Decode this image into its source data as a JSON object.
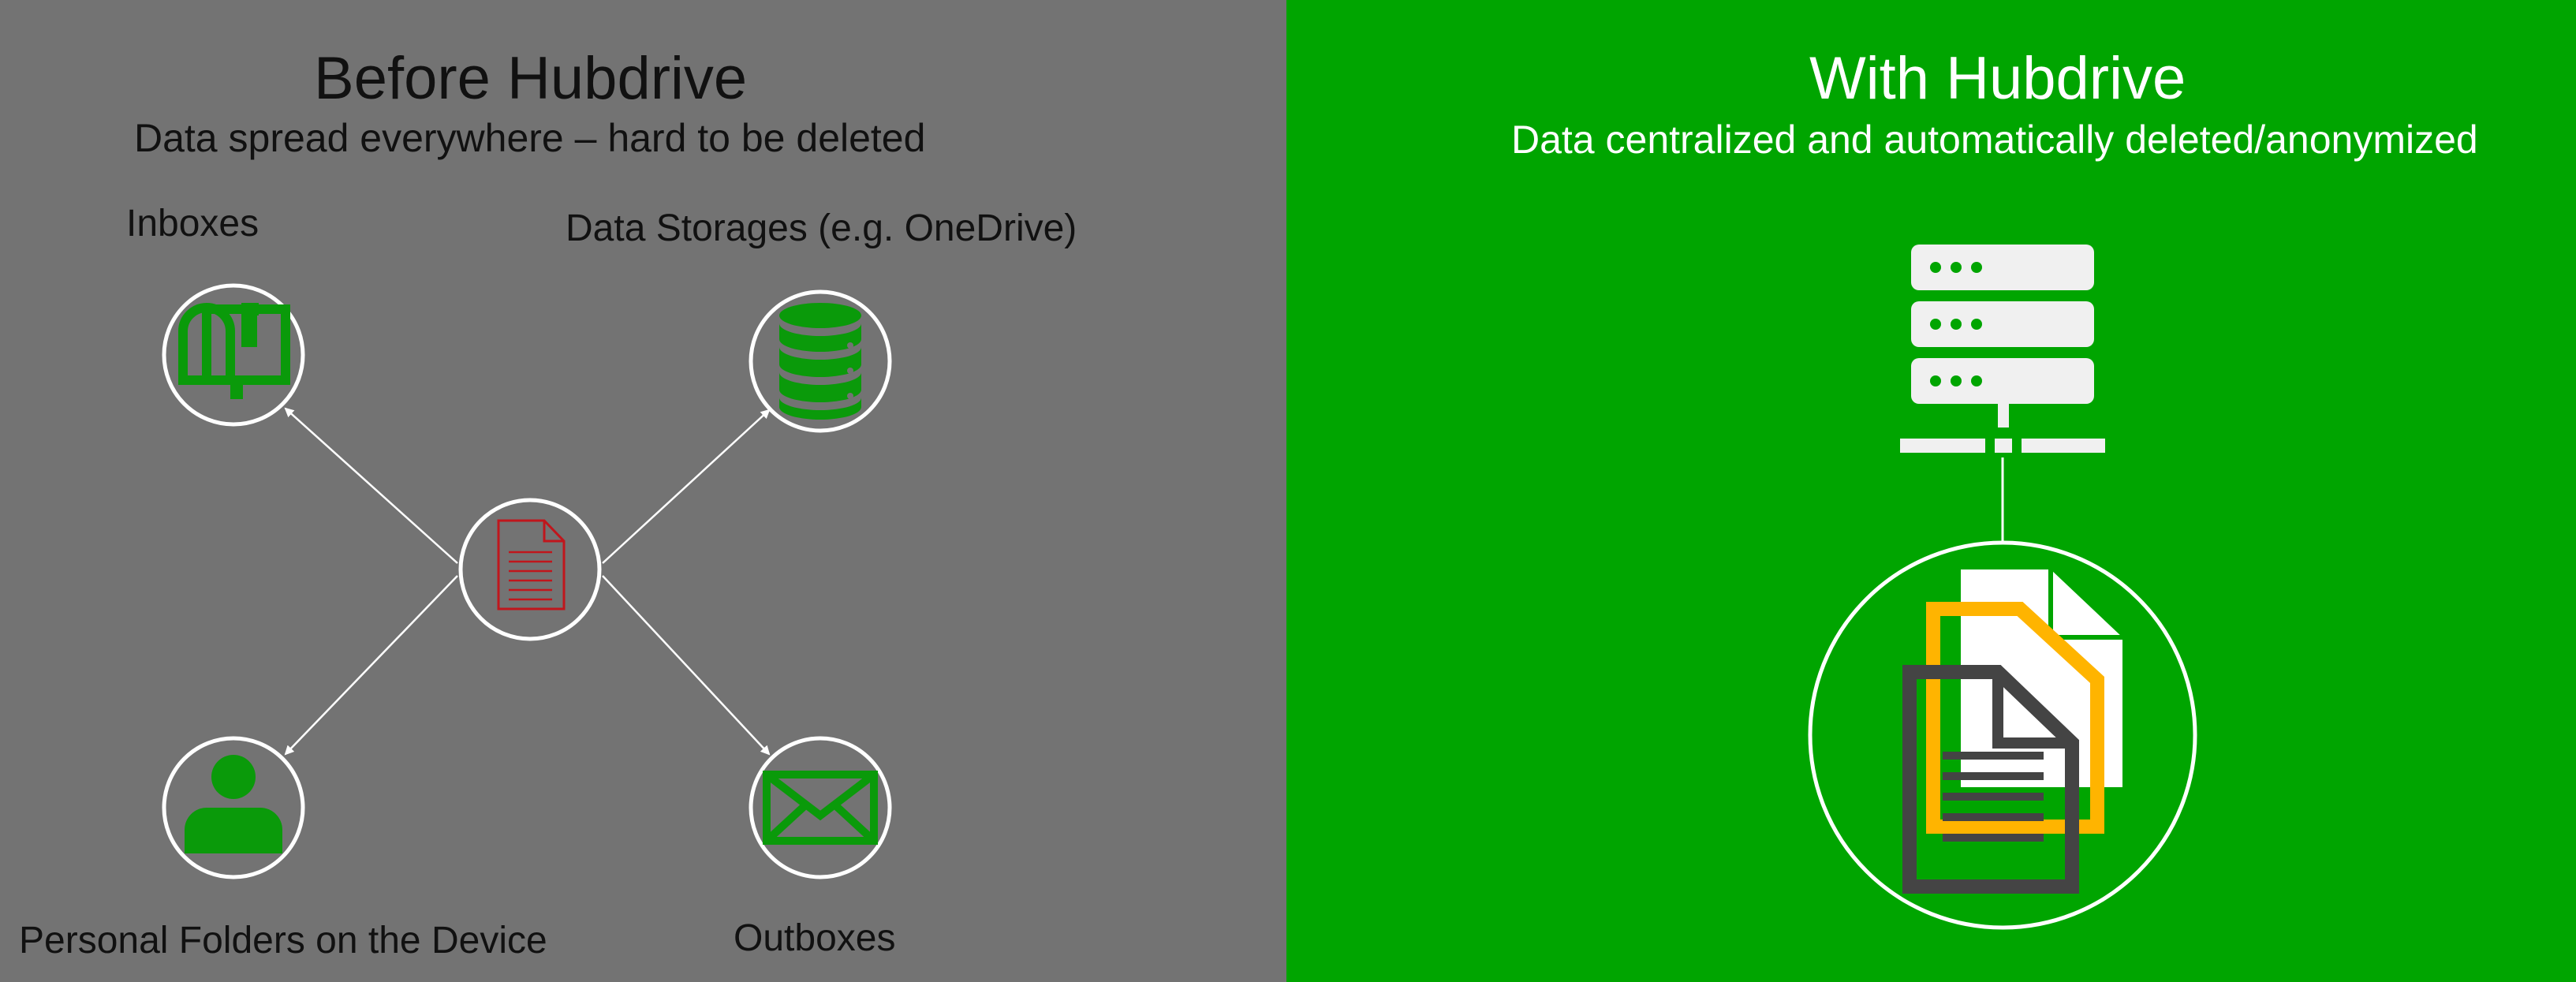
{
  "before": {
    "title": "Before Hubdrive",
    "subtitle": "Data spread everywhere – hard to be deleted",
    "nodes": {
      "inboxes": "Inboxes",
      "storages": "Data Storages (e.g. OneDrive)",
      "personal": "Personal Folders on the Device",
      "outboxes": "Outboxes"
    }
  },
  "after": {
    "title": "With Hubdrive",
    "subtitle": "Data centralized and automatically deleted/anonymized"
  },
  "colors": {
    "left_bg": "#737373",
    "right_bg": "#00a500",
    "icon_green": "#0a9a0a",
    "doc_red": "#c0161c",
    "doc_yellow": "#ffb400",
    "doc_dark": "#444444",
    "white": "#ffffff"
  },
  "icons": {
    "center": "document-icon",
    "inboxes": "mailbox-icon",
    "storages": "database-icon",
    "personal": "person-icon",
    "outboxes": "envelope-icon",
    "server": "server-icon",
    "documents": "documents-stack-icon"
  }
}
